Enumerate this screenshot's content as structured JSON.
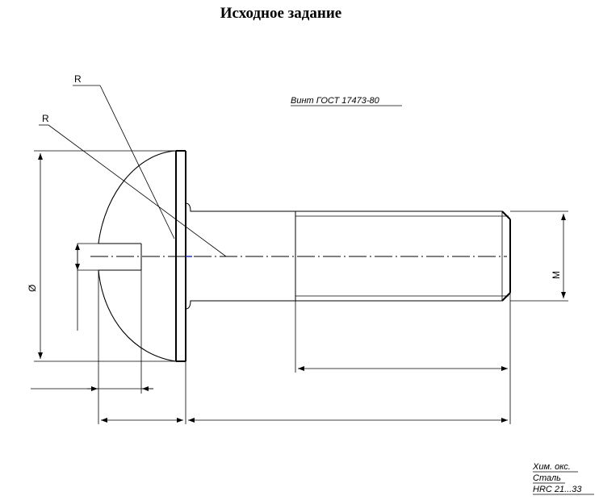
{
  "title": "Исходное задание",
  "standard_label": "Винт ГОСТ 17473-80",
  "labels": {
    "radius_top": "R",
    "radius_mid": "R",
    "diameter": "Ø",
    "thread": "M"
  },
  "notes": [
    "Хим. окс.",
    "Сталь",
    "HRC 21...33"
  ]
}
